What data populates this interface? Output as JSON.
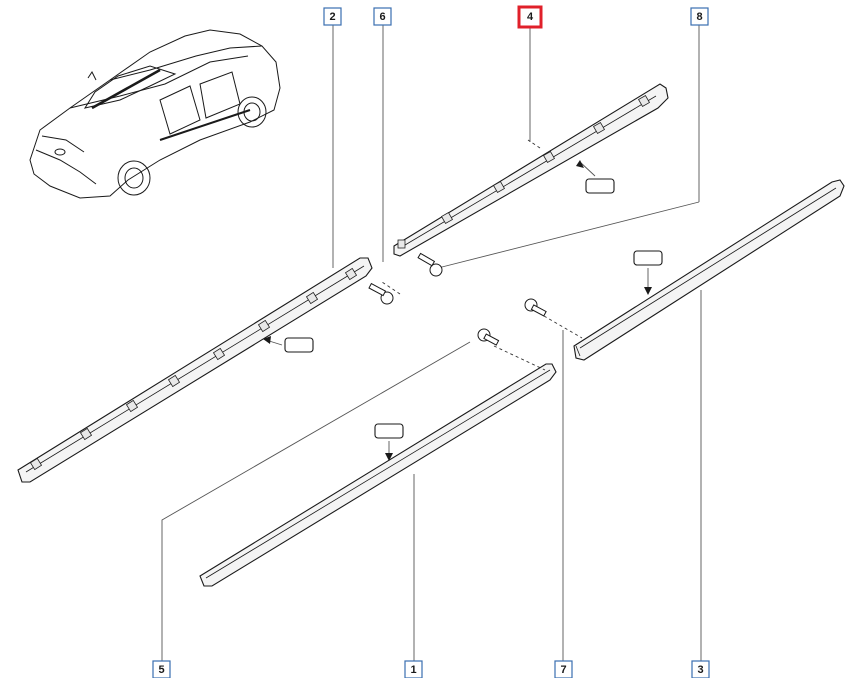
{
  "callouts": [
    {
      "id": "2",
      "label": "2",
      "selected": false
    },
    {
      "id": "6",
      "label": "6",
      "selected": false
    },
    {
      "id": "4",
      "label": "4",
      "selected": true
    },
    {
      "id": "8",
      "label": "8",
      "selected": false
    },
    {
      "id": "5",
      "label": "5",
      "selected": false
    },
    {
      "id": "1",
      "label": "1",
      "selected": false
    },
    {
      "id": "7",
      "label": "7",
      "selected": false
    },
    {
      "id": "3",
      "label": "3",
      "selected": false
    }
  ],
  "colors": {
    "callout_border": "#3a6fb0",
    "selected_border": "#e0202a",
    "line_art": "#1a1a1a"
  },
  "icons": {
    "vehicle": "car-icon",
    "adhesive": "adhesive-tape-icon",
    "fastener": "screw-icon"
  }
}
